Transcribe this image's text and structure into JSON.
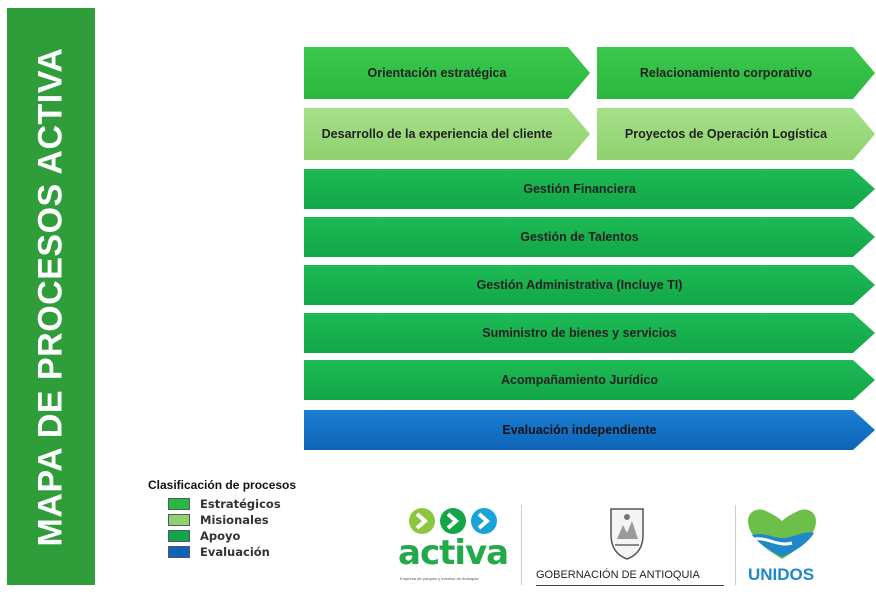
{
  "sidebar": {
    "title": "MAPA DE PROCESOS ACTIVA"
  },
  "processes": {
    "orientacion": "Orientación estratégica",
    "relacionamiento": "Relacionamiento corporativo",
    "desarrollo": "Desarrollo de la experiencia del cliente",
    "proyectos": "Proyectos de Operación Logística",
    "financiera": "Gestión Financiera",
    "talentos": "Gestión de Talentos",
    "administrativa": "Gestión Administrativa (Incluye TI)",
    "suministro": "Suministro de bienes y servicios",
    "juridico": "Acompañamiento Jurídico",
    "evaluacion": "Evaluación independiente"
  },
  "legend": {
    "title": "Clasificación de procesos",
    "items": [
      {
        "label": "Estratégicos",
        "color": "#2ab73f"
      },
      {
        "label": "Misionales",
        "color": "#8fd16d"
      },
      {
        "label": "Apoyo",
        "color": "#12a648"
      },
      {
        "label": "Evaluación",
        "color": "#0e64b6"
      }
    ]
  },
  "logos": {
    "activa": {
      "name": "activa",
      "tagline": "Empresa de parques y eventos de Antioquia"
    },
    "gobernacion": {
      "name": "GOBERNACIÓN DE ANTIOQUIA"
    },
    "unidos": {
      "name": "UNIDOS"
    }
  }
}
